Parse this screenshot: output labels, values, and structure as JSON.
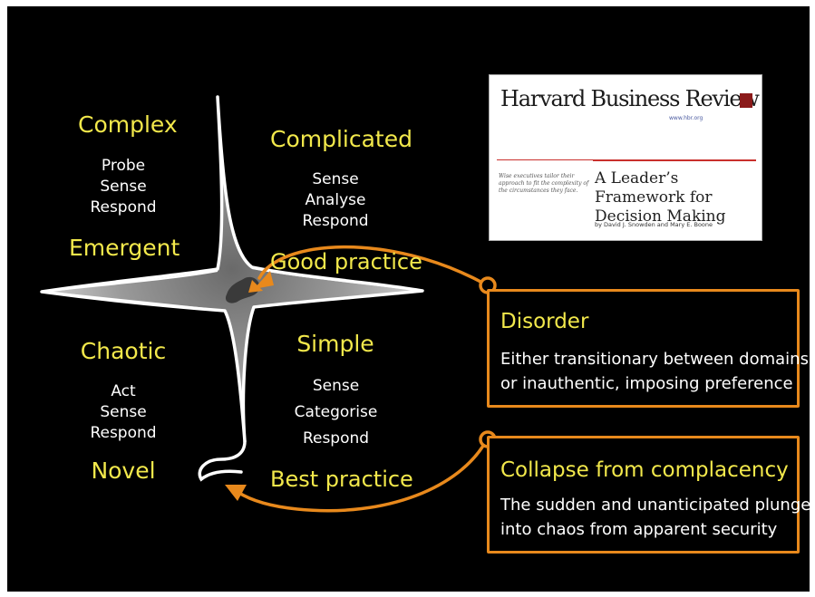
{
  "quadrants": {
    "complex": {
      "name": "Complex",
      "steps": [
        "Probe",
        "Sense",
        "Respond"
      ],
      "practice": "Emergent"
    },
    "complicated": {
      "name": "Complicated",
      "steps": [
        "Sense",
        "Analyse",
        "Respond"
      ],
      "practice": "Good practice"
    },
    "chaotic": {
      "name": "Chaotic",
      "steps": [
        "Act",
        "Sense",
        "Respond"
      ],
      "practice": "Novel"
    },
    "simple": {
      "name": "Simple",
      "steps": [
        "Sense",
        "Categorise",
        "Respond"
      ],
      "practice": "Best practice"
    }
  },
  "disorder": {
    "title": "Disorder",
    "lines": [
      "Either transitionary between domains",
      "or inauthentic, imposing preference"
    ]
  },
  "collapse": {
    "title": "Collapse from complacency",
    "lines": [
      "The sudden and unanticipated plunge",
      "into chaos from apparent security"
    ]
  },
  "hbr": {
    "masthead": "Harvard Business Review",
    "url": "www.hbr.org",
    "sidenote": "Wise executives tailor their approach to fit the complexity of the circumstances they face.",
    "article": "A Leader’s Framework for Decision Making",
    "authors": "by David J. Snowden and Mary E. Boone"
  },
  "colors": {
    "accent": "#e8891c",
    "label": "#f2e84b",
    "text": "#ffffff",
    "background": "#000000"
  }
}
